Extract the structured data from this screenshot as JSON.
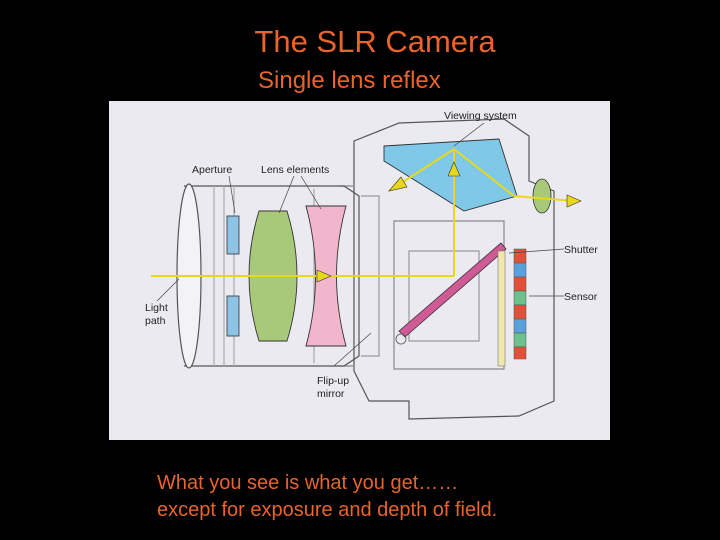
{
  "slide": {
    "title": "The SLR Camera",
    "subtitle": "Single lens reflex",
    "caption_line1": "What you see is what you get……",
    "caption_line2": "except for exposure and depth of field."
  },
  "diagram": {
    "labels": {
      "viewing_system": "Viewing system",
      "aperture": "Aperture",
      "lens_elements": "Lens elements",
      "shutter": "Shutter",
      "sensor": "Sensor",
      "light_path_1": "Light",
      "light_path_2": "path",
      "flip_up_mirror_1": "Flip-up",
      "flip_up_mirror_2": "mirror"
    },
    "colors": {
      "light_ray": "#e8d81c",
      "prism": "#7fc8e8",
      "convex_lens": "#a9c97a",
      "concave_lens": "#f2b6cc",
      "mirror": "#d05a96",
      "aperture_blades": "#8fc3e6",
      "sensor_red": "#e0503a",
      "sensor_green": "#6cc08c",
      "sensor_blue": "#5aa0dc"
    }
  }
}
